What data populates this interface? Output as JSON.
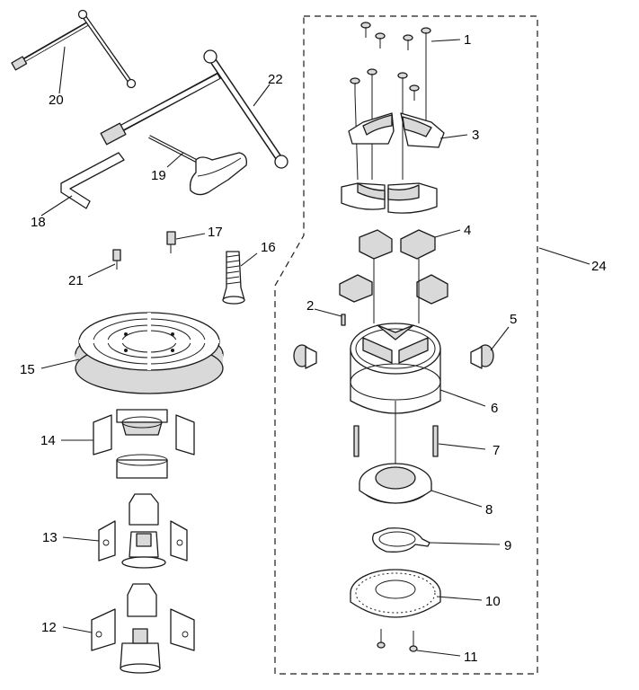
{
  "callouts": [
    {
      "id": "c1",
      "label": "1"
    },
    {
      "id": "c2",
      "label": "2"
    },
    {
      "id": "c3",
      "label": "3"
    },
    {
      "id": "c4",
      "label": "4"
    },
    {
      "id": "c5",
      "label": "5"
    },
    {
      "id": "c6",
      "label": "6"
    },
    {
      "id": "c7",
      "label": "7"
    },
    {
      "id": "c8",
      "label": "8"
    },
    {
      "id": "c9",
      "label": "9"
    },
    {
      "id": "c10",
      "label": "10"
    },
    {
      "id": "c11",
      "label": "11"
    },
    {
      "id": "c12",
      "label": "12"
    },
    {
      "id": "c13",
      "label": "13"
    },
    {
      "id": "c14",
      "label": "14"
    },
    {
      "id": "c15",
      "label": "15"
    },
    {
      "id": "c16",
      "label": "16"
    },
    {
      "id": "c17",
      "label": "17"
    },
    {
      "id": "c18",
      "label": "18"
    },
    {
      "id": "c19",
      "label": "19"
    },
    {
      "id": "c20",
      "label": "20"
    },
    {
      "id": "c21",
      "label": "21"
    },
    {
      "id": "c22",
      "label": "22"
    },
    {
      "id": "c24",
      "label": "24"
    }
  ]
}
